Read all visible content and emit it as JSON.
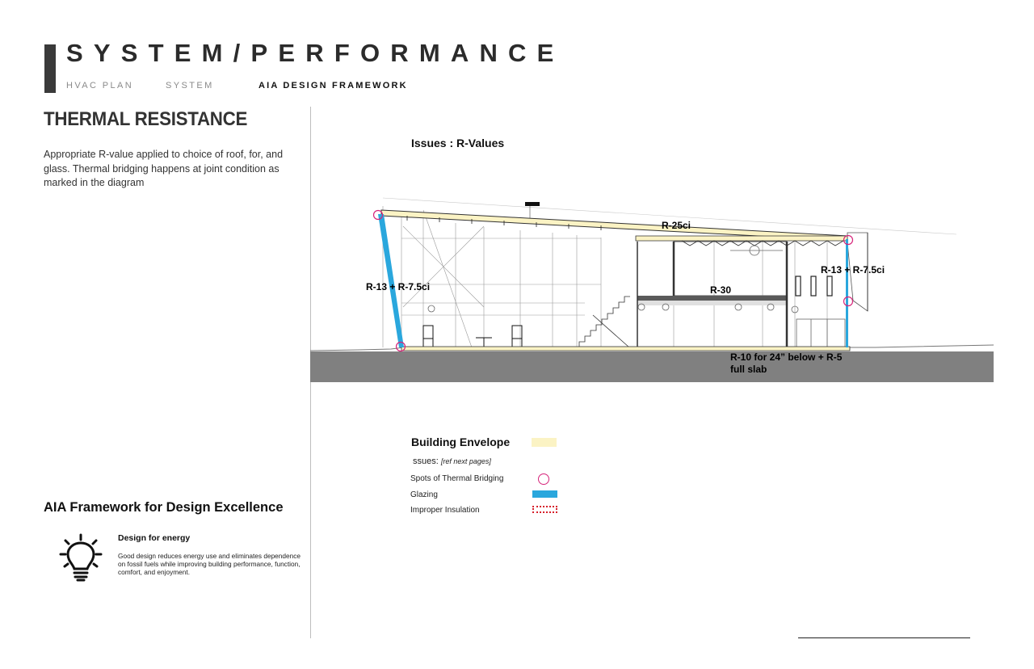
{
  "header": {
    "title": "SYSTEM/PERFORMANCE",
    "tabs": [
      {
        "label": "HVAC PLAN",
        "active": false
      },
      {
        "label": "SYSTEM",
        "active": false
      },
      {
        "label": "AIA DESIGN FRAMEWORK",
        "active": true
      }
    ]
  },
  "left": {
    "section_title": "THERMAL RESISTANCE",
    "description": "Appropriate R-value applied to choice of roof, for, and glass. Thermal bridging happens at joint condition as marked in the diagram",
    "aia_title": "AIA Framework for Design Excellence",
    "energy": {
      "icon": "lightbulb-icon",
      "title": "Design for energy",
      "text": "Good design reduces energy use and eliminates dependence on fossil fuels while improving building performance, function, comfort, and enjoyment."
    }
  },
  "diagram": {
    "title": "Issues : R-Values",
    "labels": {
      "roof": "R-25ci",
      "left_wall": "R-13 + R-7.5ci",
      "right_wall": "R-13 + R-7.5ci",
      "floor": "R-30",
      "slab_line1": "R-10 for 24” below + R-5",
      "slab_line2": "full slab"
    }
  },
  "legend": {
    "title": "Building Envelope",
    "issues_label": "ssues:",
    "issues_ref": "[ref next pages]",
    "items": [
      {
        "label": "Spots of Thermal Bridging"
      },
      {
        "label": "Glazing"
      },
      {
        "label": "Improper Insulation"
      }
    ]
  },
  "colors": {
    "envelope": "#fbf3c4",
    "thermal_bridging": "#d6247a",
    "glazing": "#2aa7dd",
    "improper_insulation": "#d6202c",
    "label_red": "#c8202f",
    "ground": "#808080"
  }
}
